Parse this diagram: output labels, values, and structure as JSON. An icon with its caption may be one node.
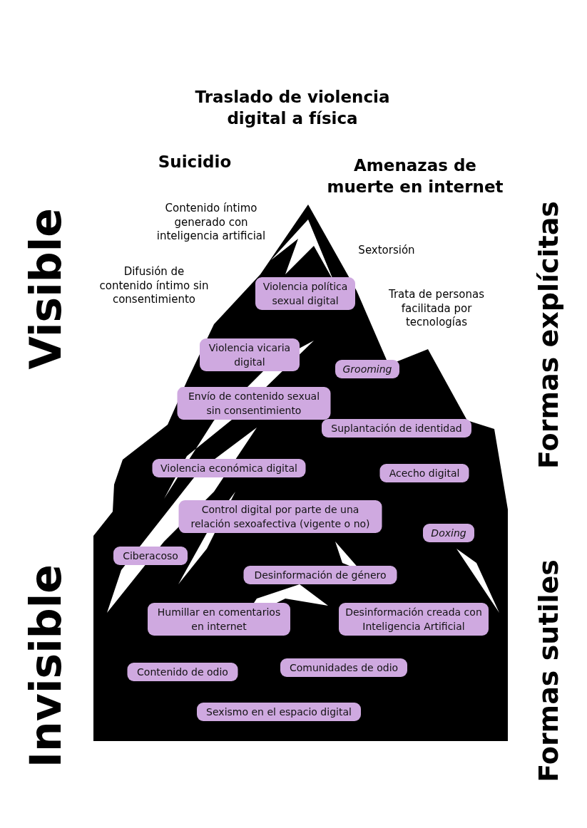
{
  "diagram": {
    "nodes": [
      {
        "text": [
          "Violencia política sexual digital"
        ]
      },
      {
        "text": [
          "Violencia vicaria digital"
        ]
      },
      {
        "text": [
          "Grooming"
        ]
      },
      {
        "text": [
          "Envío de contenido sexual sin consentimiento"
        ]
      },
      {
        "text": [
          "Suplantación de identidad"
        ]
      },
      {
        "text": [
          "Violencia económica digital"
        ]
      },
      {
        "text": [
          "Acecho digital"
        ]
      },
      {
        "text": [
          "Control digital por parte de una relación sexoafectiva (vigente o no)"
        ]
      },
      {
        "text": [
          "Doxing"
        ]
      },
      {
        "text": [
          "Ciberacoso"
        ]
      },
      {
        "text": [
          "Desinformación de género"
        ]
      },
      {
        "text": [
          "Humillar en comentarios en internet"
        ]
      },
      {
        "text": [
          "Desinformación creada con Inteligencia Artificial"
        ]
      },
      {
        "text": [
          "Contenido de odio"
        ]
      },
      {
        "text": [
          "Comunidades de odio"
        ]
      },
      {
        "text": [
          "Sexismo en el espacio digital"
        ]
      }
    ],
    "labels": [
      "Traslado de violencia digital a física",
      "Suicidio",
      "Amenazas de muerte en internet",
      "Contenido íntimo generado con inteligencia artificial",
      "Sextorsión",
      "Difusión de contenido íntimo sin consentimiento",
      "Trata de personas facilitada por tecnologías",
      "Visible",
      "Invisible",
      "Formas explícitas",
      "Formas sutiles"
    ]
  }
}
